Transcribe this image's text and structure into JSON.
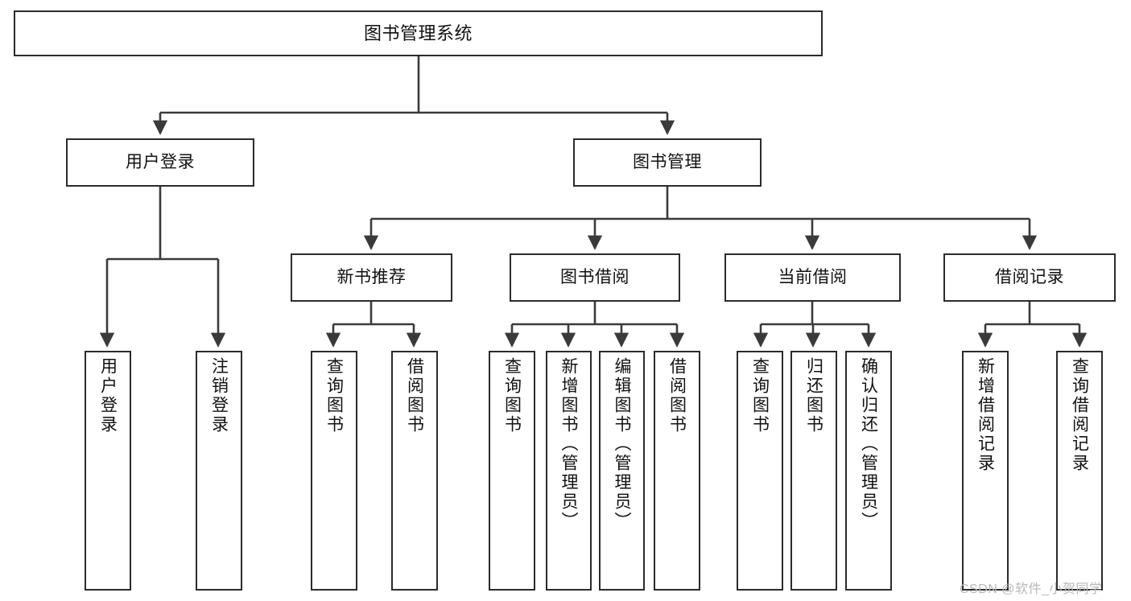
{
  "diagram": {
    "title": "图书管理系统",
    "type": "tree",
    "watermark": "CSDN @软件_小贺同学",
    "colors": {
      "box_border": "#2b2b2b",
      "box_fill": "#ffffff",
      "edge": "#3a3a3a",
      "text": "#111111",
      "watermark": "#b8b8b8",
      "background": "#ffffff"
    },
    "levels": {
      "root": {
        "label": "图书管理系统"
      },
      "level2": [
        {
          "id": "user-login",
          "label": "用户登录"
        },
        {
          "id": "book-manage",
          "label": "图书管理"
        }
      ],
      "level3": [
        {
          "id": "new-book-recommend",
          "label": "新书推荐",
          "parent": "book-manage"
        },
        {
          "id": "book-borrow",
          "label": "图书借阅",
          "parent": "book-manage"
        },
        {
          "id": "current-borrow",
          "label": "当前借阅",
          "parent": "book-manage"
        },
        {
          "id": "borrow-record",
          "label": "借阅记录",
          "parent": "book-manage"
        }
      ],
      "leaves": [
        {
          "id": "leaf-user-login",
          "label": "用户登录",
          "parent": "user-login"
        },
        {
          "id": "leaf-logout-login",
          "label": "注销登录",
          "parent": "user-login"
        },
        {
          "id": "leaf-query-book-1",
          "label": "查询图书",
          "parent": "new-book-recommend"
        },
        {
          "id": "leaf-borrow-book-1",
          "label": "借阅图书",
          "parent": "new-book-recommend"
        },
        {
          "id": "leaf-query-book-2",
          "label": "查询图书",
          "parent": "book-borrow"
        },
        {
          "id": "leaf-add-book",
          "label": "新增图书（管理员）",
          "parent": "book-borrow"
        },
        {
          "id": "leaf-edit-book",
          "label": "编辑图书（管理员）",
          "parent": "book-borrow"
        },
        {
          "id": "leaf-borrow-book-2",
          "label": "借阅图书",
          "parent": "book-borrow"
        },
        {
          "id": "leaf-query-book-3",
          "label": "查询图书",
          "parent": "current-borrow"
        },
        {
          "id": "leaf-return-book",
          "label": "归还图书",
          "parent": "current-borrow"
        },
        {
          "id": "leaf-confirm-return",
          "label": "确认归还（管理员）",
          "parent": "current-borrow"
        },
        {
          "id": "leaf-add-record",
          "label": "新增借阅记录",
          "parent": "borrow-record"
        },
        {
          "id": "leaf-query-record",
          "label": "查询借阅记录",
          "parent": "borrow-record"
        }
      ]
    }
  }
}
